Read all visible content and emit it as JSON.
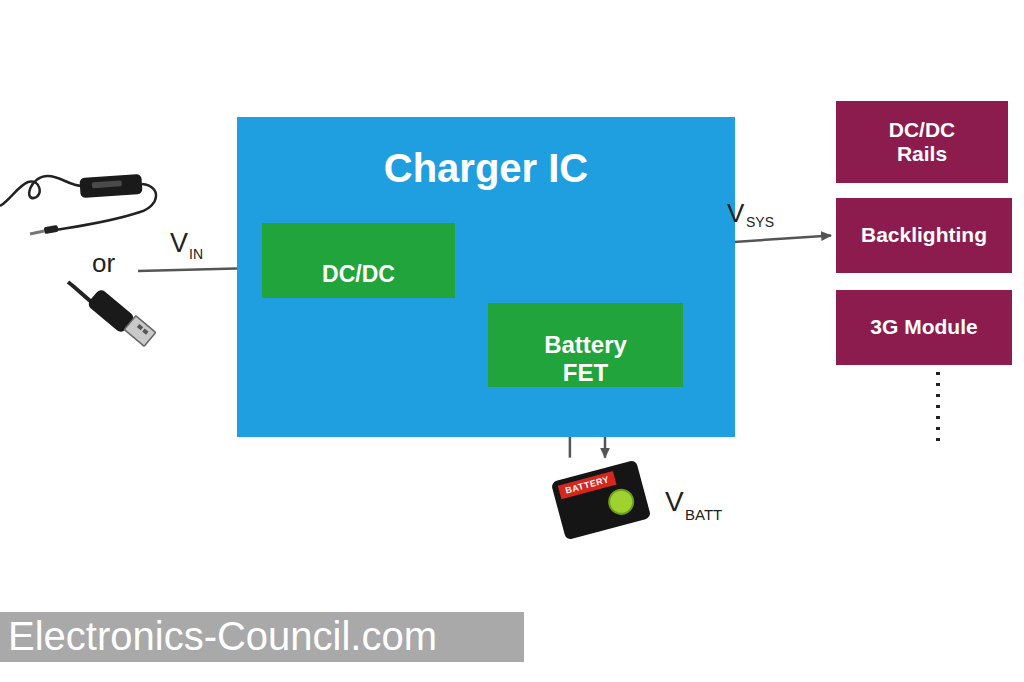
{
  "diagram": {
    "nodes": [
      {
        "text": [
          "Charger IC"
        ]
      },
      {
        "text": [
          "DC/DC"
        ],
        "in": 0
      },
      {
        "text": [
          "Battery FET"
        ],
        "in": 0
      },
      {
        "text": [
          "DC/DC Rails"
        ]
      },
      {
        "text": [
          "Backlighting"
        ]
      },
      {
        "text": [
          "3G Module"
        ]
      },
      {
        "text": [
          "BATTERY"
        ]
      }
    ],
    "edges": [
      {
        "from": 1,
        "to": 4,
        "arrow": "to"
      },
      {
        "from": 6,
        "to": 2,
        "arrow": "to"
      },
      {
        "from": 2,
        "to": 6,
        "arrow": "to"
      }
    ],
    "labels": [
      "or",
      "V",
      "IN",
      "V",
      "SYS",
      "V",
      "BATT",
      "Electronics-Council.com"
    ]
  }
}
